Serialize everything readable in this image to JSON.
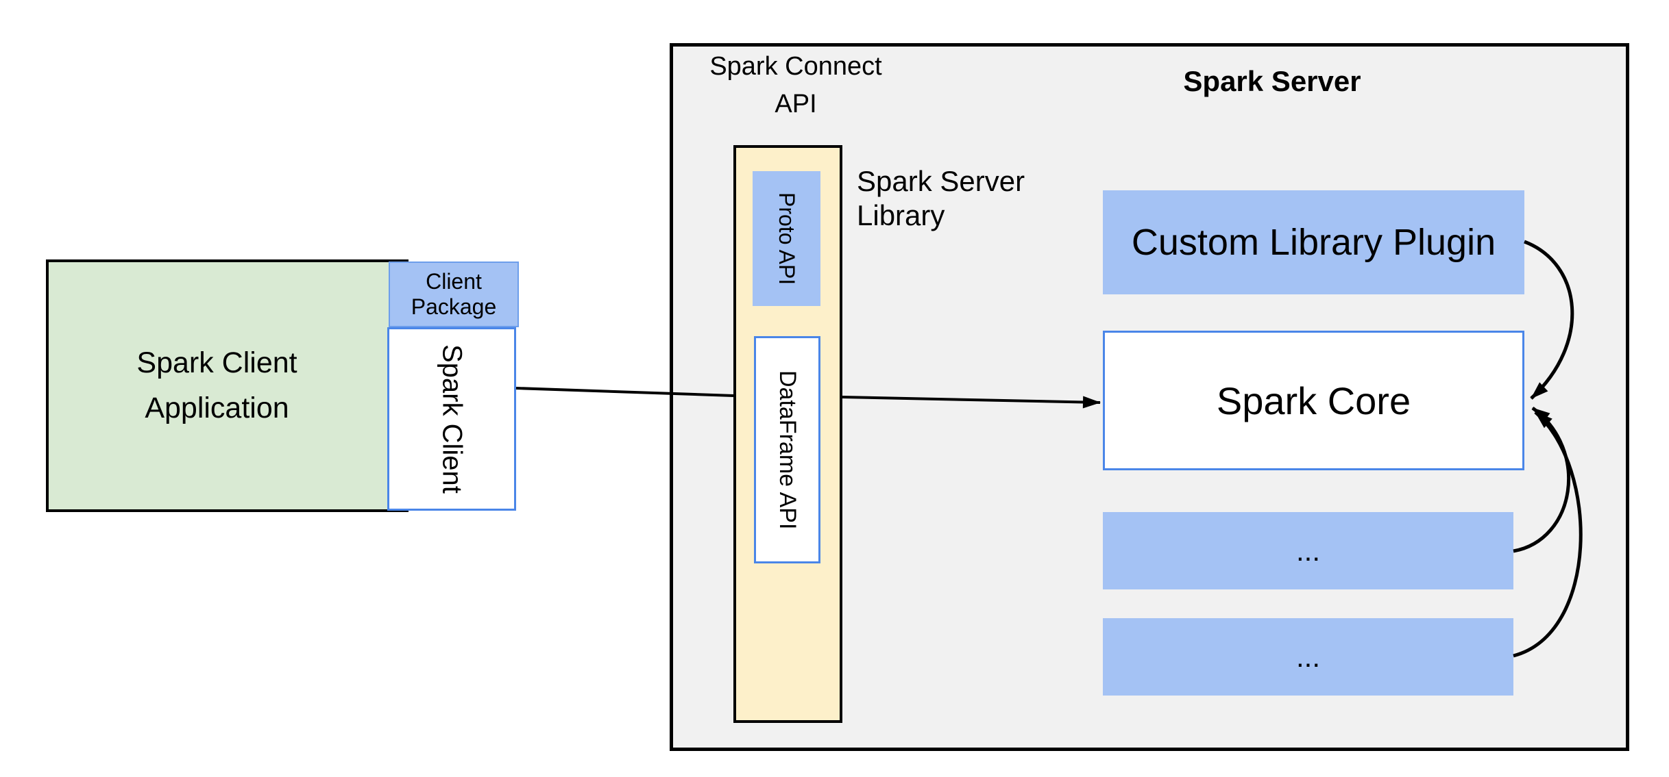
{
  "colors": {
    "panel_gray": "#f1f1f1",
    "box_blue": "#a4c2f4",
    "border_blue": "#4a86e8",
    "package_border_blue": "#6d9eeb",
    "box_green": "#d9ead3",
    "box_yellow": "#fdf0ca",
    "line_black": "#000000"
  },
  "client_group": {
    "app_line1": "Spark Client",
    "app_line2": "Application",
    "package_line1": "Client",
    "package_line2": "Package",
    "client_label": "Spark Client"
  },
  "connect_panel": {
    "title_line1": "Spark Connect",
    "title_line2": "API",
    "proto_label": "Proto API",
    "dataframe_label": "DataFrame API",
    "library_line1": "Spark Server",
    "library_line2": "Library"
  },
  "server_panel": {
    "title": "Spark Server",
    "plugin_label": "Custom Library Plugin",
    "core_label": "Spark Core",
    "ellipsis1": "...",
    "ellipsis2": "..."
  }
}
